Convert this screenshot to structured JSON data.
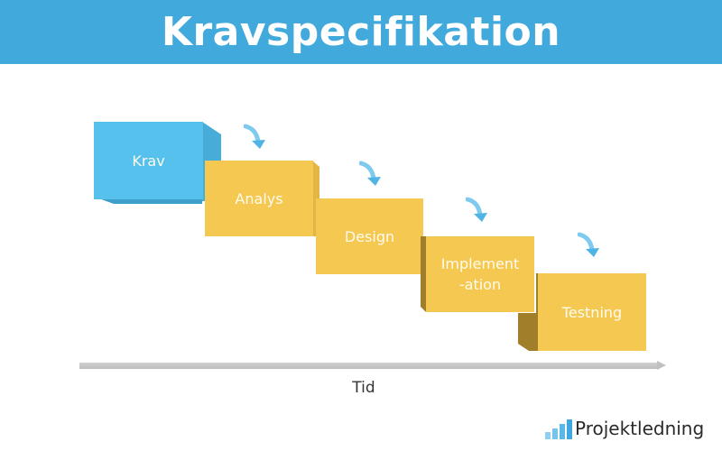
{
  "header": {
    "title": "Kravspecifikation",
    "background": "#41a9dc"
  },
  "diagram": {
    "phases": [
      {
        "label": "Krav",
        "color": "#55c1ec"
      },
      {
        "label": "Analys",
        "color": "#f5c851"
      },
      {
        "label": "Design",
        "color": "#f5c851"
      },
      {
        "label": "Implement\n-ation",
        "line1": "Implement",
        "line2": "-ation",
        "color": "#f5c851"
      },
      {
        "label": "Testning",
        "color": "#f5c851"
      }
    ],
    "arrow_icon": "curved-down-arrow",
    "arrow_color": "#5bb9e6",
    "axis_label": "Tid"
  },
  "brand": {
    "name": "Projektledning",
    "icon": "bar-chart-logo"
  }
}
